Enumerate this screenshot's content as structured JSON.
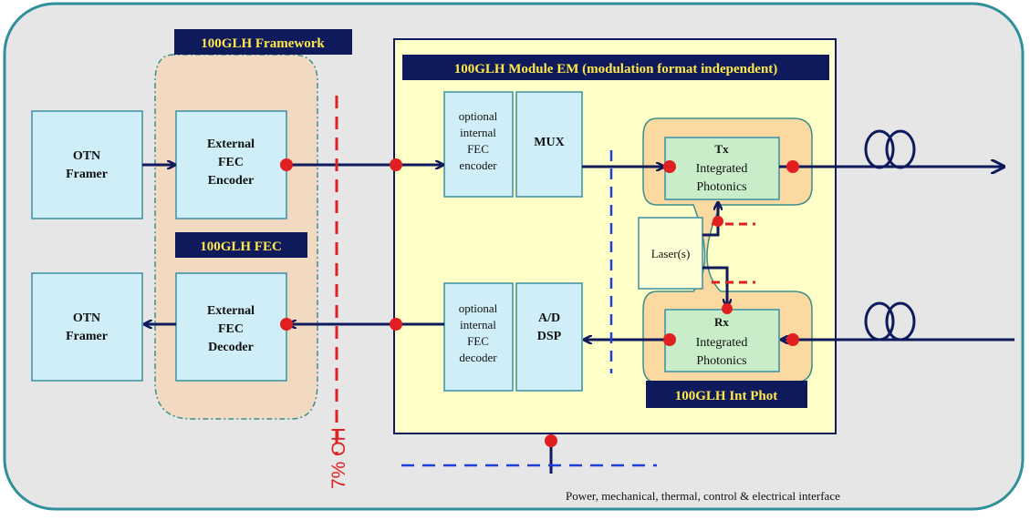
{
  "colors": {
    "background": "#e6e6e6",
    "frame_border": "#2f8f9a",
    "box_fill": "#cfeef8",
    "box_border": "#3a8fa6",
    "module_fill": "#ffffc8",
    "fec_blob": "#f1d9c2",
    "phot_blob": "#fbd9a0",
    "phot_box": "#c9edc9",
    "navy": "#0f1a5c",
    "label_text": "#ffe94a",
    "accent_red": "#e02020",
    "dash_blue": "#1f3fd8"
  },
  "labels": {
    "framework": "100GLH Framework",
    "module": "100GLH Module EM (modulation format independent)",
    "fec": "100GLH FEC",
    "int_phot": "100GLH Int Phot"
  },
  "boxes": {
    "otn_top": [
      "OTN",
      "Framer"
    ],
    "otn_bottom": [
      "OTN",
      "Framer"
    ],
    "fec_encoder": [
      "External",
      "FEC",
      "Encoder"
    ],
    "fec_decoder": [
      "External",
      "FEC",
      "Decoder"
    ],
    "opt_encoder": [
      "optional",
      "internal",
      "FEC",
      "encoder"
    ],
    "opt_decoder": [
      "optional",
      "internal",
      "FEC",
      "decoder"
    ],
    "mux": [
      "MUX"
    ],
    "adc_dsp": [
      "A/D",
      "DSP"
    ],
    "laser": [
      "Laser(s)"
    ],
    "tx": {
      "title": "Tx",
      "line1": "Integrated",
      "line2": "Photonics"
    },
    "rx": {
      "title": "Rx",
      "line1": "Integrated",
      "line2": "Photonics"
    }
  },
  "oh_label": "7% OH",
  "interface_label": "Power, mechanical, thermal, control & electrical interface",
  "icons": [
    "fiber-coil-icon",
    "fiber-coil-icon"
  ]
}
